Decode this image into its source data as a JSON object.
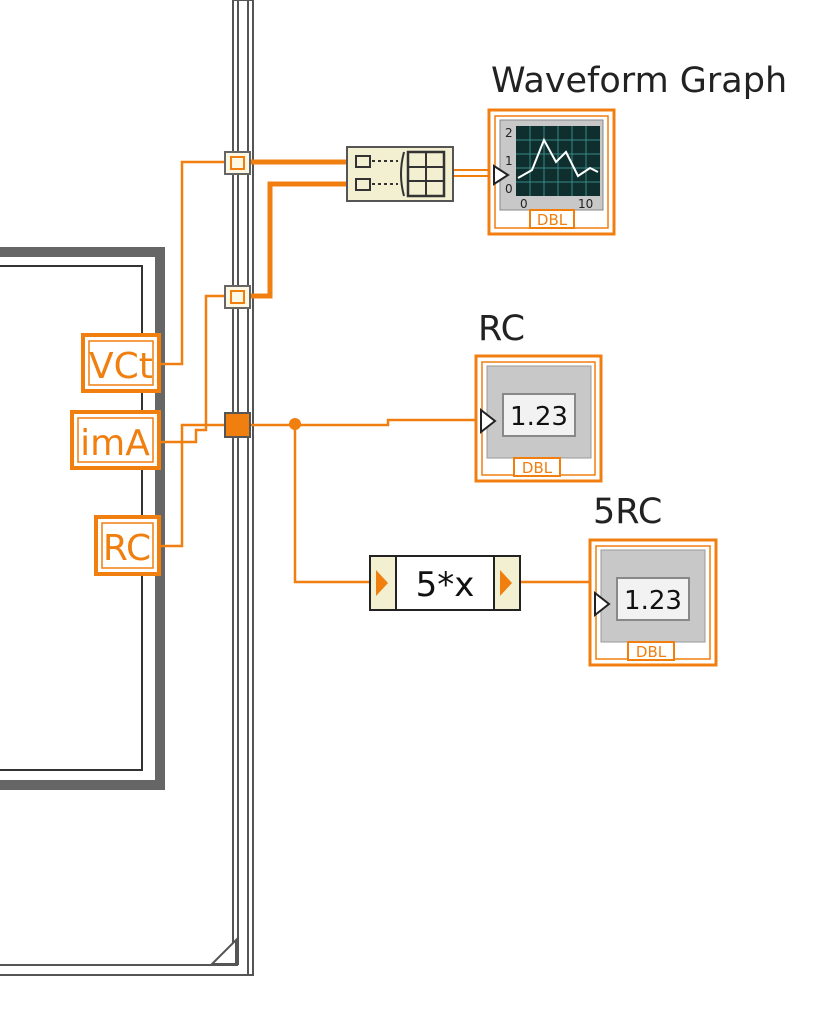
{
  "colors": {
    "wire": "#f07f10",
    "frame_gray": "#555555",
    "node_fill": "#fdf8e4",
    "indicator_bg": "#c8c8c8",
    "display_bg": "#f2f2f2",
    "graph_bg": "#0f2f2f",
    "function_fill": "#f3f0d2"
  },
  "terminals": {
    "vct": "VCt",
    "ima": "imA",
    "rc": "RC"
  },
  "indicators": {
    "waveform_graph": {
      "label": "Waveform Graph",
      "type": "DBL",
      "axis_ticks": [
        "2",
        "1",
        "0",
        "0",
        "10"
      ]
    },
    "rc": {
      "label": "RC",
      "value": "1.23",
      "type": "DBL"
    },
    "five_rc": {
      "label": "5RC",
      "value": "1.23",
      "type": "DBL"
    }
  },
  "formula_node": {
    "expression": "5*x"
  },
  "icons": {
    "build_array": "build-array-icon",
    "tunnel": "tunnel-icon",
    "graph": "waveform-graph-icon"
  }
}
